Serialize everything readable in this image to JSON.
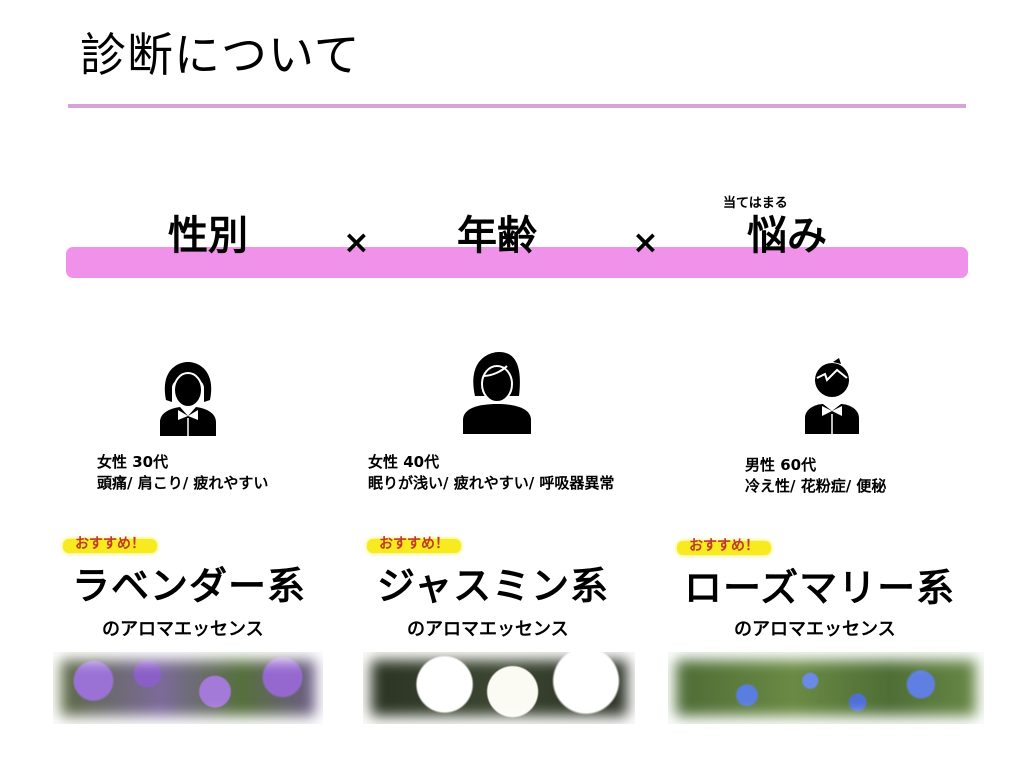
{
  "title": "診断について",
  "formula": {
    "terms": [
      "性別",
      "年齢",
      "悩み"
    ],
    "operator": "×",
    "note": "当てはまる"
  },
  "colors": {
    "title_rule": "#d7a3d7",
    "band": "#f092ea",
    "badge_bg": "#f7ea1e",
    "badge_text": "#c0392b"
  },
  "profiles": [
    {
      "icon": "woman-bob-hair-icon",
      "label": "女性 30代",
      "concerns": "頭痛/ 肩こり/ 疲れやすい"
    },
    {
      "icon": "woman-ponytail-icon",
      "label": "女性 40代",
      "concerns": "眠りが浅い/ 疲れやすい/ 呼吸器異常"
    },
    {
      "icon": "man-bowtie-icon",
      "label": "男性 60代",
      "concerns": "冷え性/ 花粉症/ 便秘"
    }
  ],
  "recommendations": [
    {
      "badge": "おすすめ！",
      "name": "ラベンダー系",
      "sub": "のアロマエッセンス",
      "image": "lavender-photo"
    },
    {
      "badge": "おすすめ！",
      "name": "ジャスミン系",
      "sub": "のアロマエッセンス",
      "image": "jasmine-photo"
    },
    {
      "badge": "おすすめ！",
      "name": "ローズマリー系",
      "sub": "のアロマエッセンス",
      "image": "rosemary-photo"
    }
  ]
}
